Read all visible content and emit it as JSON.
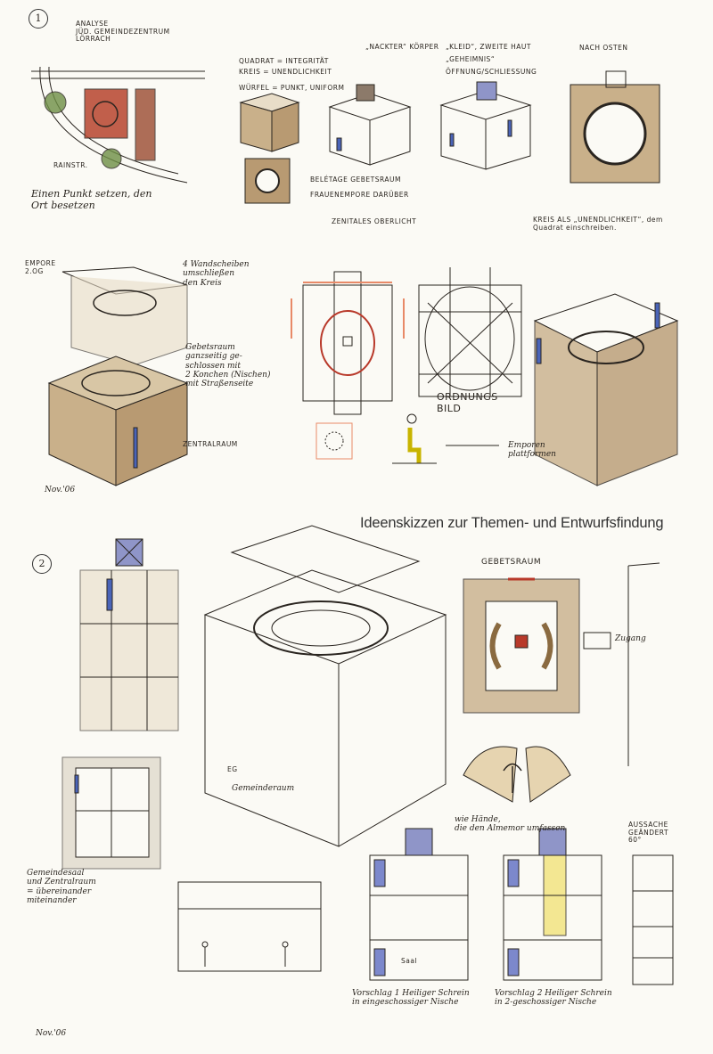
{
  "caption": "Ideenskizzen zur Themen- und Entwurfsfindung",
  "sheets": [
    {
      "number": "1",
      "labels": {
        "analysis": "ANALYSE\nJÜD. GEMEINDEZENTRUM\nLÖRRACH",
        "street": "RAINSTR.",
        "point": "Einen Punkt setzen, den\nOrt besetzen",
        "square": "QUADRAT = INTEGRITÄT",
        "circle": "KREIS = UNENDLICHKEIT",
        "cube": "WÜRFEL = PUNKT, UNIFORM",
        "naked": "„NACKTER“ KÖRPER",
        "dress": "„KLEID“, ZWEITE HAUT",
        "secret": "„GEHEIMNIS“",
        "opening": "ÖFFNUNG/SCHLIESSUNG",
        "east": "NACH OSTEN",
        "beletage": "BELÉTAGE GEBETSRAUM",
        "gallery": "FRAUENEMPORE DARÜBER",
        "skylight": "ZENITALES OBERLICHT",
        "circle_square": "KREIS ALS „UNENDLICHKEIT“, dem\nQuadrat einschreiben.",
        "empore": "EMPORE\n2.OG",
        "walls": "4 Wandscheiben\numschließen\nden Kreis",
        "prayer_room": "Gebetsraum\nganzseitig ge-\nschlossen mit\n2 Konchen (Nischen)\nmit Straßenseite",
        "central": "ZENTRALRAUM",
        "order": "ORDNUNGS\nBILD",
        "platforms": "Emporen\nplattformen",
        "date": "Nov.'06"
      }
    },
    {
      "number": "2",
      "labels": {
        "prayer": "GEBETSRAUM",
        "entry": "Zugang",
        "eg": "EG",
        "community": "Gemeinderaum",
        "hall": "Gemeindesaal\nund Zentralraum\n= übereinander\nmiteinander",
        "hands": "wie Hände,\ndie den Almemor umfassen",
        "v1": "Vorschlag 1 Heiliger Schrein\nin eingeschossiger Nische",
        "v2": "Vorschlag 2 Heiliger Schrein\nin 2-geschossiger Nische",
        "saal": "Saal",
        "changed": "AUSSACHE\nGEÄNDERT\n60°",
        "date": "Nov.'06"
      }
    }
  ],
  "colors": {
    "paper": "#fbfaf5",
    "sepia": "#b89a72",
    "ink": "#2a2520",
    "blue": "#4a64b8",
    "red": "#b8392a"
  }
}
